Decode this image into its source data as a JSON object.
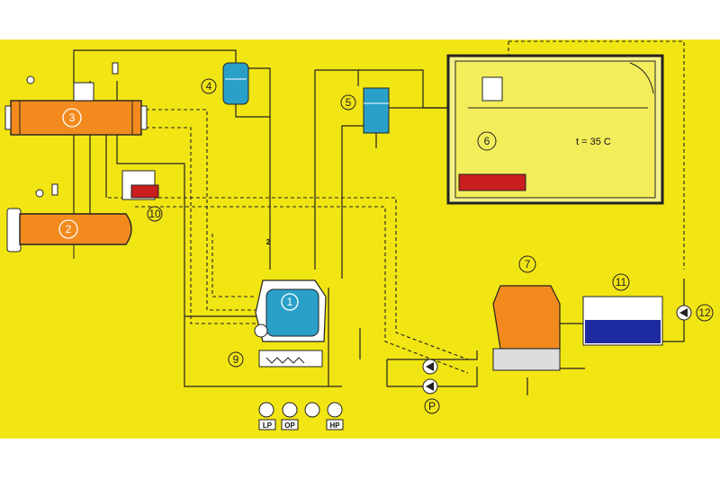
{
  "diagram": {
    "components": [
      {
        "id": "1",
        "label": "1"
      },
      {
        "id": "2",
        "label": "2"
      },
      {
        "id": "3",
        "label": "3"
      },
      {
        "id": "4",
        "label": "4"
      },
      {
        "id": "5",
        "label": "5"
      },
      {
        "id": "6",
        "label": "6"
      },
      {
        "id": "7",
        "label": "7"
      },
      {
        "id": "9",
        "label": "9"
      },
      {
        "id": "10",
        "label": "10"
      },
      {
        "id": "11",
        "label": "11"
      },
      {
        "id": "12",
        "label": "12"
      },
      {
        "id": "P",
        "label": "P"
      }
    ],
    "room_temperature": "t = 35 C",
    "pipe_mark": "2",
    "gauges": [
      "LP",
      "OP",
      "HP"
    ],
    "colors": {
      "background": "#f2e514",
      "vessel": "#f28a1e",
      "compressor": "#2aa0c8",
      "heater": "#c81e1e",
      "water": "#1e2aa0"
    }
  }
}
